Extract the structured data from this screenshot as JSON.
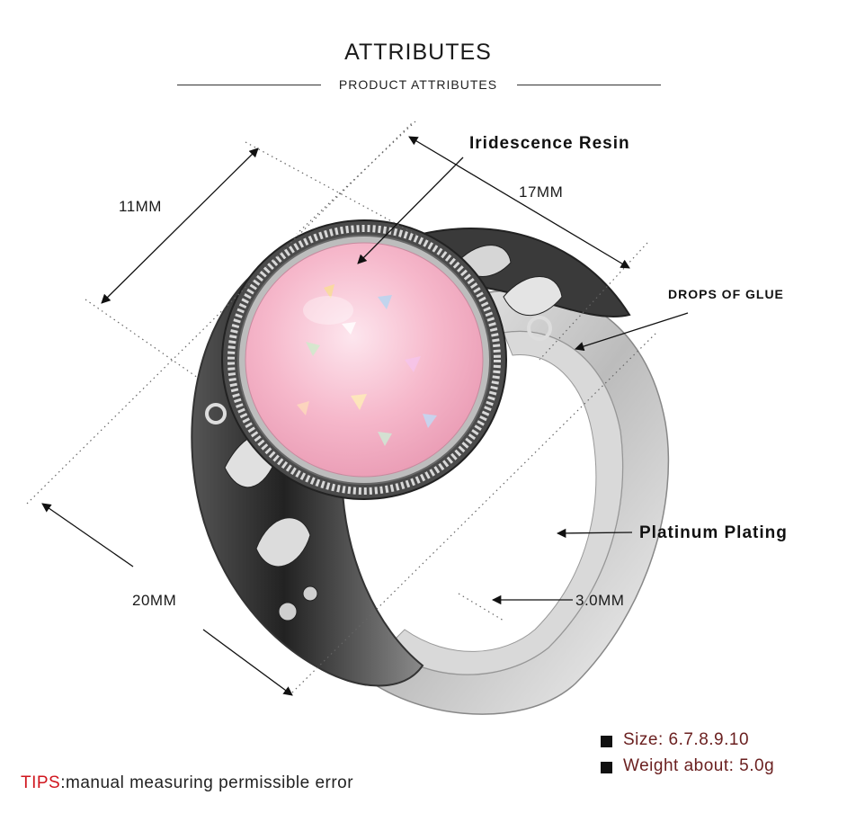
{
  "header": {
    "title": "ATTRIBUTES",
    "subtitle": "PRODUCT ATTRIBUTES"
  },
  "dimensions": {
    "height": "11MM",
    "width": "17MM",
    "length": "20MM",
    "band": "3.0MM"
  },
  "callouts": {
    "stone": "Iridescence Resin",
    "glue": "DROPS OF GLUE",
    "plating": "Platinum Plating"
  },
  "specs": [
    {
      "text": "Size: 6.7.8.9.10"
    },
    {
      "text": "Weight about: 5.0g"
    }
  ],
  "tips": {
    "key": "TIPS",
    "text": ":manual measuring permissible error"
  },
  "colors": {
    "stone": "#f3b7c8",
    "metal_light": "#e6e6e6",
    "metal_dark": "#2a2a2a",
    "tips_key": "#d0161e",
    "spec_text": "#6a1f1f"
  }
}
